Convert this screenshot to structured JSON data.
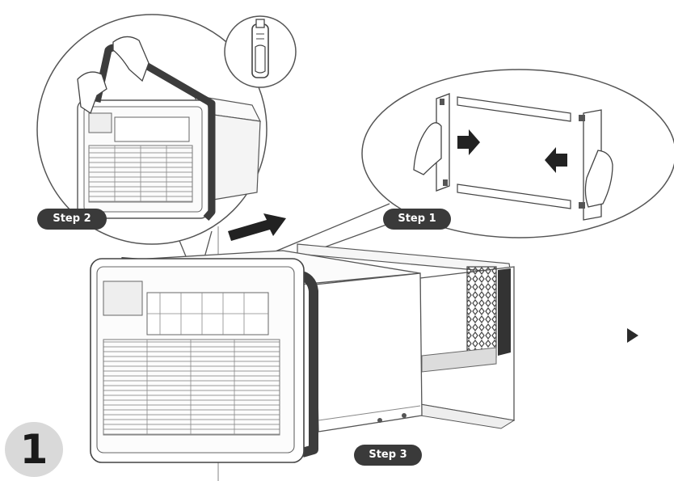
{
  "steps": {
    "step1_label": "Step 1",
    "step2_label": "Step 2",
    "step3_label": "Step 3"
  },
  "page": {
    "step_number": "1"
  },
  "icons": {
    "cutter": "utility-knife-icon",
    "push_arrow": "arrow-right-icon",
    "next": "play-triangle-icon"
  },
  "colors": {
    "pill_bg": "#3a3a3a",
    "pill_text": "#ffffff",
    "gasket": "#3c3c3c",
    "badge_bg": "#d9d9d9",
    "line_art": "#4a4a4a"
  }
}
